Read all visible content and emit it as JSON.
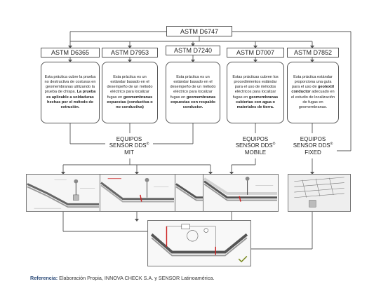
{
  "root": {
    "label": "ASTM D6747"
  },
  "standards": [
    {
      "id": "d6365",
      "label": "ASTM D6365",
      "desc": [
        {
          "t": "Esta práctica cubre la prueba no destructiva de costuras en geomembranas utilizando la prueba de chispa. ",
          "b": false
        },
        {
          "t": "La prueba es aplicable a soldaduras hechas por el método de extrusión.",
          "b": true
        }
      ]
    },
    {
      "id": "d7953",
      "label": "ASTM D7953",
      "desc": [
        {
          "t": "Esta práctica es un estándar basado en el desempeño de un método eléctrico para localizar fugas en ",
          "b": false
        },
        {
          "t": "geomembranas expuestas (conductiva o no conductiva)",
          "b": true
        }
      ]
    },
    {
      "id": "d7240",
      "label": "ASTM D7240",
      "desc": [
        {
          "t": "Esta práctica es un estándar basado en el desempeño de un método eléctrico para localizar fugas en ",
          "b": false
        },
        {
          "t": "geomembranas expuestas con respaldo conductor.",
          "b": true
        }
      ]
    },
    {
      "id": "d7007",
      "label": "ASTM D7007",
      "desc": [
        {
          "t": "Estas prácticas cubren los procedimientos estándar para el uso de métodos eléctricos para localizar fugas en ",
          "b": false
        },
        {
          "t": "geomembranas cubiertas con agua o materiales de tierra.",
          "b": true
        }
      ]
    },
    {
      "id": "d7852",
      "label": "ASTM D7852",
      "desc": [
        {
          "t": "Esta práctica estándar proporciona una guía para el uso de ",
          "b": false
        },
        {
          "t": "geotextil conductor",
          "b": true
        },
        {
          "t": " adecuado en el estudio de localización de fugas en geomembranas.",
          "b": false
        }
      ]
    }
  ],
  "equipment": [
    {
      "id": "mit",
      "line1": "EQUIPOS",
      "line2": "SENSOR DDS",
      "sup": "®",
      "line3": "MIT"
    },
    {
      "id": "mobile",
      "line1": "EQUIPOS",
      "line2": "SENSOR DDS",
      "sup": "®",
      "line3": "MOBILE"
    },
    {
      "id": "fixed",
      "line1": "EQUIPOS",
      "line2": "SENSOR DDS",
      "sup": "®",
      "line3": "FIXED"
    }
  ],
  "reference": {
    "label": "Referencia:",
    "text": "Elaboración Propia, INNOVA CHECK S.A. y SENSOR Latinoamérica."
  },
  "colors": {
    "border": "#555555",
    "line": "#555555",
    "accent_red": "#cc2222",
    "link_blue": "#2b4a78"
  }
}
